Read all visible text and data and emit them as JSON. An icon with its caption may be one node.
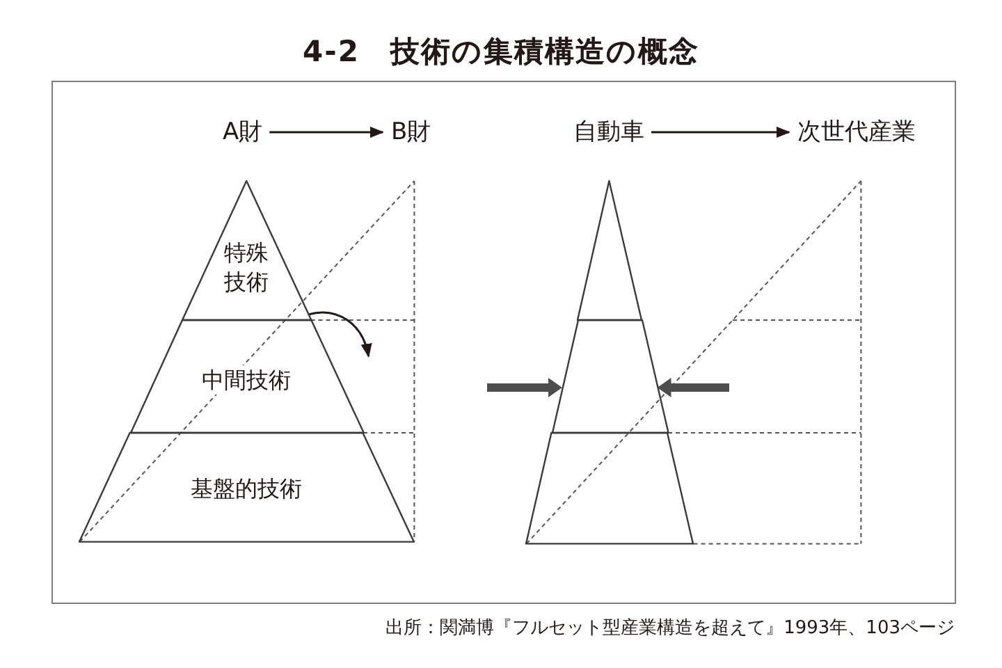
{
  "diagram": {
    "title": "4-2　技術の集積構造の概念",
    "caption": "出所：関満博『フルセット型産業構造を超えて』1993年、103ページ",
    "nodes": [
      {
        "text": [
          "A財"
        ]
      },
      {
        "text": [
          "B財"
        ]
      },
      {
        "text": [
          "自動車"
        ]
      },
      {
        "text": [
          "次世代産業"
        ]
      },
      {
        "text": [
          "特殊技術"
        ]
      },
      {
        "text": [
          "中間技術"
        ]
      },
      {
        "text": [
          "基盤的技術"
        ]
      },
      {
        "text": [],
        "shape": "triangle"
      },
      {
        "text": [],
        "shape": "trapezoid"
      },
      {
        "text": [],
        "shape": "trapezoid"
      }
    ],
    "edges": [
      {
        "from": 0,
        "to": 1,
        "arrow": "to"
      },
      {
        "from": 2,
        "to": 3,
        "arrow": "to"
      },
      {
        "from": 4,
        "to": null,
        "arrow": "to"
      },
      {
        "from": null,
        "to": 8,
        "arrow": "to",
        "style": "thick",
        "color": "#4d4d4d"
      },
      {
        "from": null,
        "to": 8,
        "arrow": "to",
        "style": "thick",
        "color": "#4d4d4d"
      }
    ]
  }
}
